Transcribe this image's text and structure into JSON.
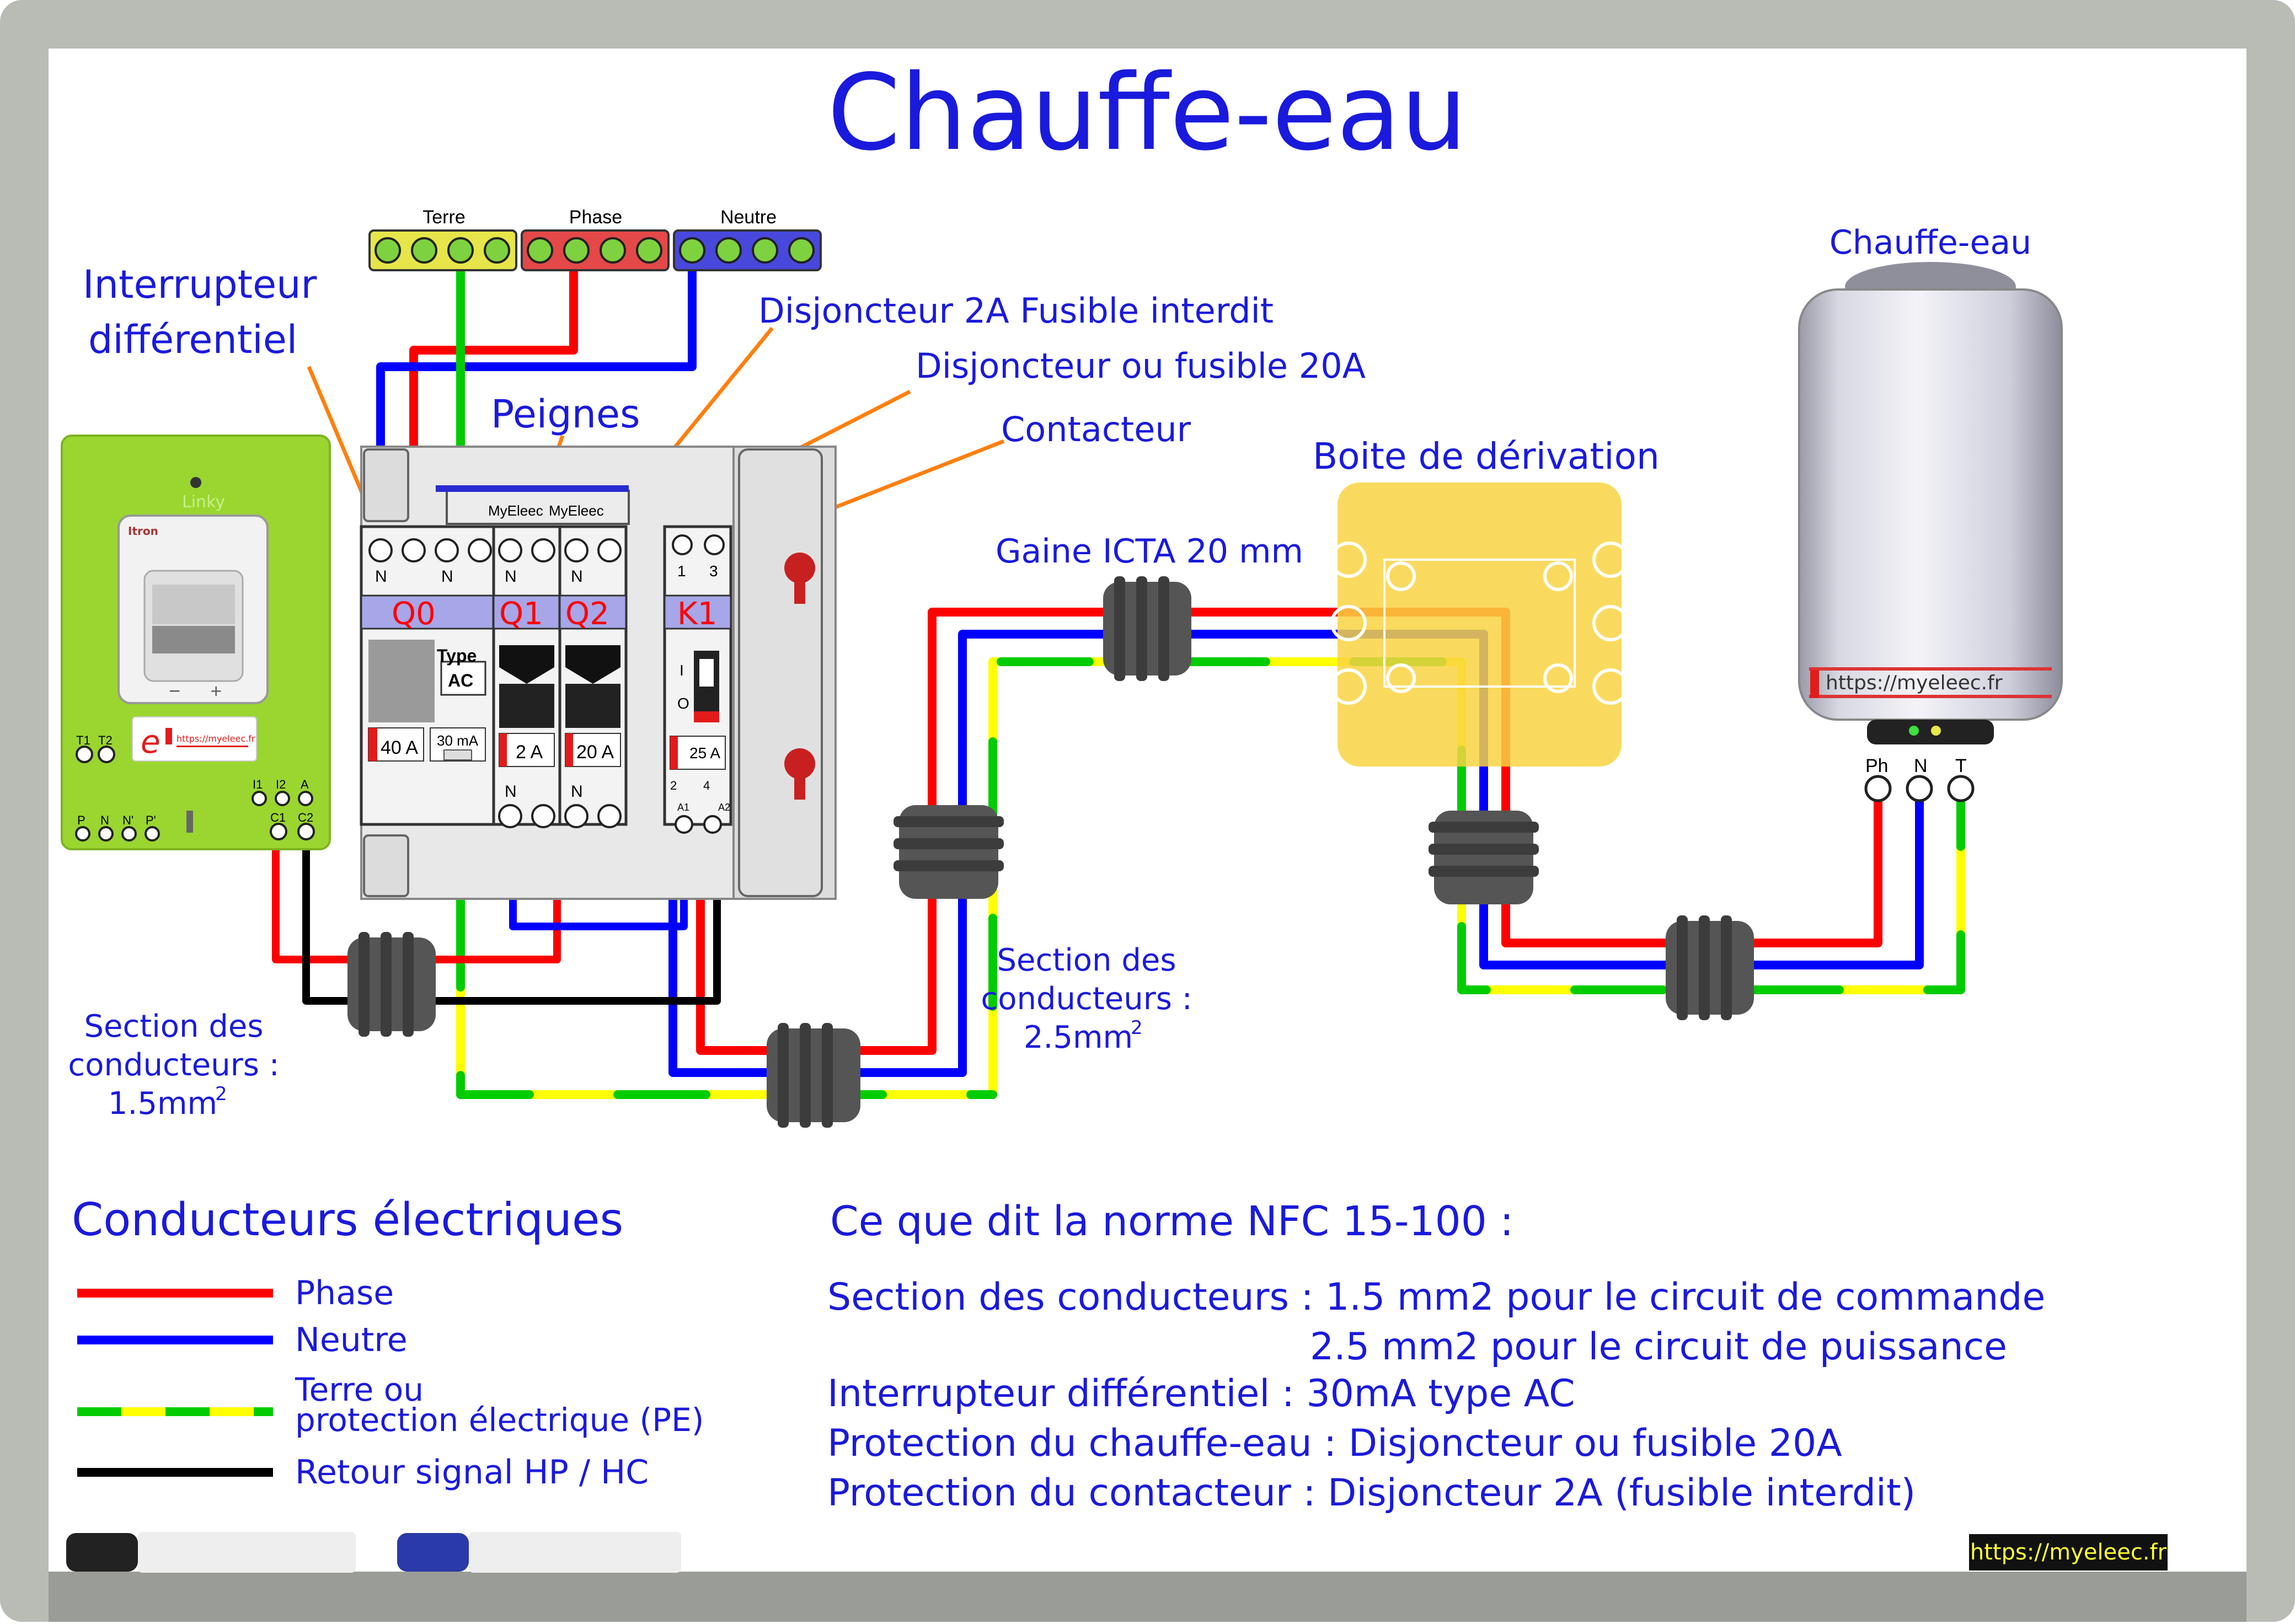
{
  "title": "Chauffe-eau",
  "callouts": {
    "interrupteur_l1": "Interrupteur",
    "interrupteur_l2": "différentiel",
    "peignes": "Peignes",
    "disj_2a": "Disjoncteur 2A Fusible interdit",
    "disj_20a": "Disjoncteur ou fusible 20A",
    "contacteur": "Contacteur",
    "boite": "Boite de dérivation",
    "gaine": "Gaine ICTA 20 mm",
    "chauffe_eau": "Chauffe-eau"
  },
  "bus_bars": {
    "terre": "Terre",
    "phase": "Phase",
    "neutre": "Neutre"
  },
  "panel": {
    "q0": "Q0",
    "q1": "Q1",
    "q2": "Q2",
    "k1": "K1",
    "q0_rating": "40 A",
    "q0_sens": "30 mA",
    "q0_type_l1": "Type",
    "q0_type_l2": "AC",
    "q1_rating": "2 A",
    "q2_rating": "20 A",
    "k1_rating": "25 A",
    "n": "N",
    "k1_t1": "1",
    "k1_t3": "3",
    "k1_t2": "2",
    "k1_t4": "4",
    "k1_a1": "A1",
    "k1_a2": "A2",
    "k1_i": "I",
    "k1_o": "O",
    "peigne_brand": "MyEleec"
  },
  "linky": {
    "brand": "Linky",
    "maker": "Itron",
    "t1": "T1",
    "t2": "T2",
    "i1": "I1",
    "i2": "I2",
    "a": "A",
    "c1": "C1",
    "c2": "C2",
    "p": "P",
    "n": "N",
    "np": "N'",
    "pp": "P'",
    "url": "https://myeleec.fr"
  },
  "section_left": {
    "l1": "Section des",
    "l2": "conducteurs :",
    "l3": "1.5mm",
    "sup": "2"
  },
  "section_mid": {
    "l1": "Section des",
    "l2": "conducteurs :",
    "l3": "2.5mm",
    "sup": "2"
  },
  "heater": {
    "url": "https://myeleec.fr",
    "ph": "Ph",
    "n": "N",
    "t": "T"
  },
  "legend": {
    "title": "Conducteurs électriques",
    "items": [
      {
        "label": "Phase",
        "color": "#ff0000"
      },
      {
        "label": "Neutre",
        "color": "#0000ff"
      },
      {
        "label_l1": "Terre ou",
        "label_l2": "protection électrique (PE)",
        "color": "#00cc00"
      },
      {
        "label": "Retour signal HP / HC",
        "color": "#000000"
      }
    ]
  },
  "norme": {
    "title": "Ce que dit la norme NFC 15-100 :",
    "lines": [
      "Section des conducteurs : 1.5 mm2 pour le circuit de commande",
      "2.5 mm2 pour le circuit de puissance",
      "Interrupteur différentiel : 30mA type AC",
      "Protection du chauffe-eau : Disjoncteur ou fusible 20A",
      "Protection du contacteur : Disjoncteur 2A (fusible interdit)"
    ]
  },
  "footer_url": "https://myeleec.fr",
  "colors": {
    "phase": "#ff0000",
    "neutre": "#0000ff",
    "terre_green": "#00cc00",
    "terre_yellow": "#ffff00",
    "signal": "#000000",
    "ink": "#1a1adc",
    "callout_line": "#ff7f0e",
    "linky": "#9ad62f",
    "boite": "#f9d342"
  }
}
